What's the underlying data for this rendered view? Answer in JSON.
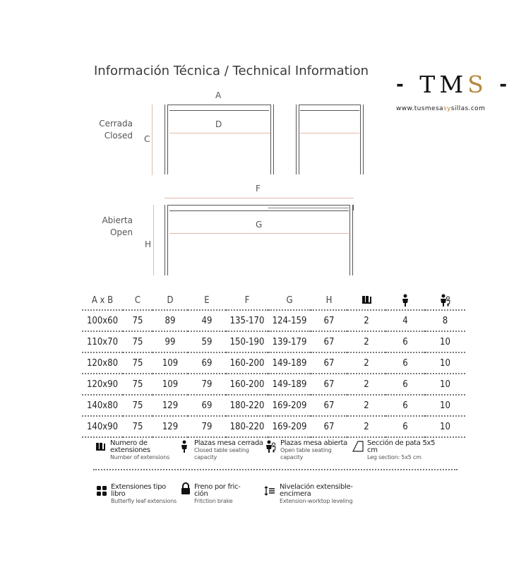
{
  "title": "Información Técnica / Technical Information",
  "brand": {
    "dash_left": "-",
    "t": "T",
    "m": "M",
    "s": "S",
    "dash_right": "-",
    "url_a": "www.tusmesa",
    "url_b": "sy",
    "url_c": "sillas.com"
  },
  "diagram": {
    "closed_es": "Cerrada",
    "closed_en": "Closed",
    "open_es": "Abierta",
    "open_en": "Open",
    "A": "A",
    "C": "C",
    "D": "D",
    "F": "F",
    "G": "G",
    "H": "H"
  },
  "table": {
    "headers": [
      "A x B",
      "C",
      "D",
      "E",
      "F",
      "G",
      "H"
    ],
    "icon_headers": [
      "extensions-icon",
      "person-icon",
      "two-persons-icon"
    ],
    "rows": [
      [
        "100x60",
        "75",
        "89",
        "49",
        "135-170",
        "124-159",
        "67",
        "2",
        "4",
        "8"
      ],
      [
        "110x70",
        "75",
        "99",
        "59",
        "150-190",
        "139-179",
        "67",
        "2",
        "6",
        "10"
      ],
      [
        "120x80",
        "75",
        "109",
        "69",
        "160-200",
        "149-189",
        "67",
        "2",
        "6",
        "10"
      ],
      [
        "120x90",
        "75",
        "109",
        "79",
        "160-200",
        "149-189",
        "67",
        "2",
        "6",
        "10"
      ],
      [
        "140x80",
        "75",
        "129",
        "69",
        "180-220",
        "169-209",
        "67",
        "2",
        "6",
        "10"
      ],
      [
        "140x90",
        "75",
        "129",
        "79",
        "180-220",
        "169-209",
        "67",
        "2",
        "6",
        "10"
      ]
    ]
  },
  "legend": {
    "extensions_t1": "Numero de",
    "extensions_t2": "extensiones",
    "extensions_sub": "Number of extensions",
    "closed_t1": "Plazas mesa cerrada",
    "closed_sub1": "Closed table seating",
    "closed_sub2": "capacity",
    "open_t1": "Plazas mesa abierta",
    "open_sub1": "Open table seating",
    "open_sub2": "capacity",
    "leg_t1": "Sección de pata 5x5 cm",
    "leg_sub": "Leg section: 5x5 cm",
    "butterfly_t1": "Extensiones tipo",
    "butterfly_t2": "libro",
    "butterfly_sub": "Butterfly leaf extensions",
    "brake_t1": "Freno por fric-",
    "brake_t2": "ción",
    "brake_sub": "Fritction brake",
    "level_t1": "Nivelación extensible-",
    "level_t2": "encimera",
    "level_sub": "Extension-worktop leveling"
  }
}
